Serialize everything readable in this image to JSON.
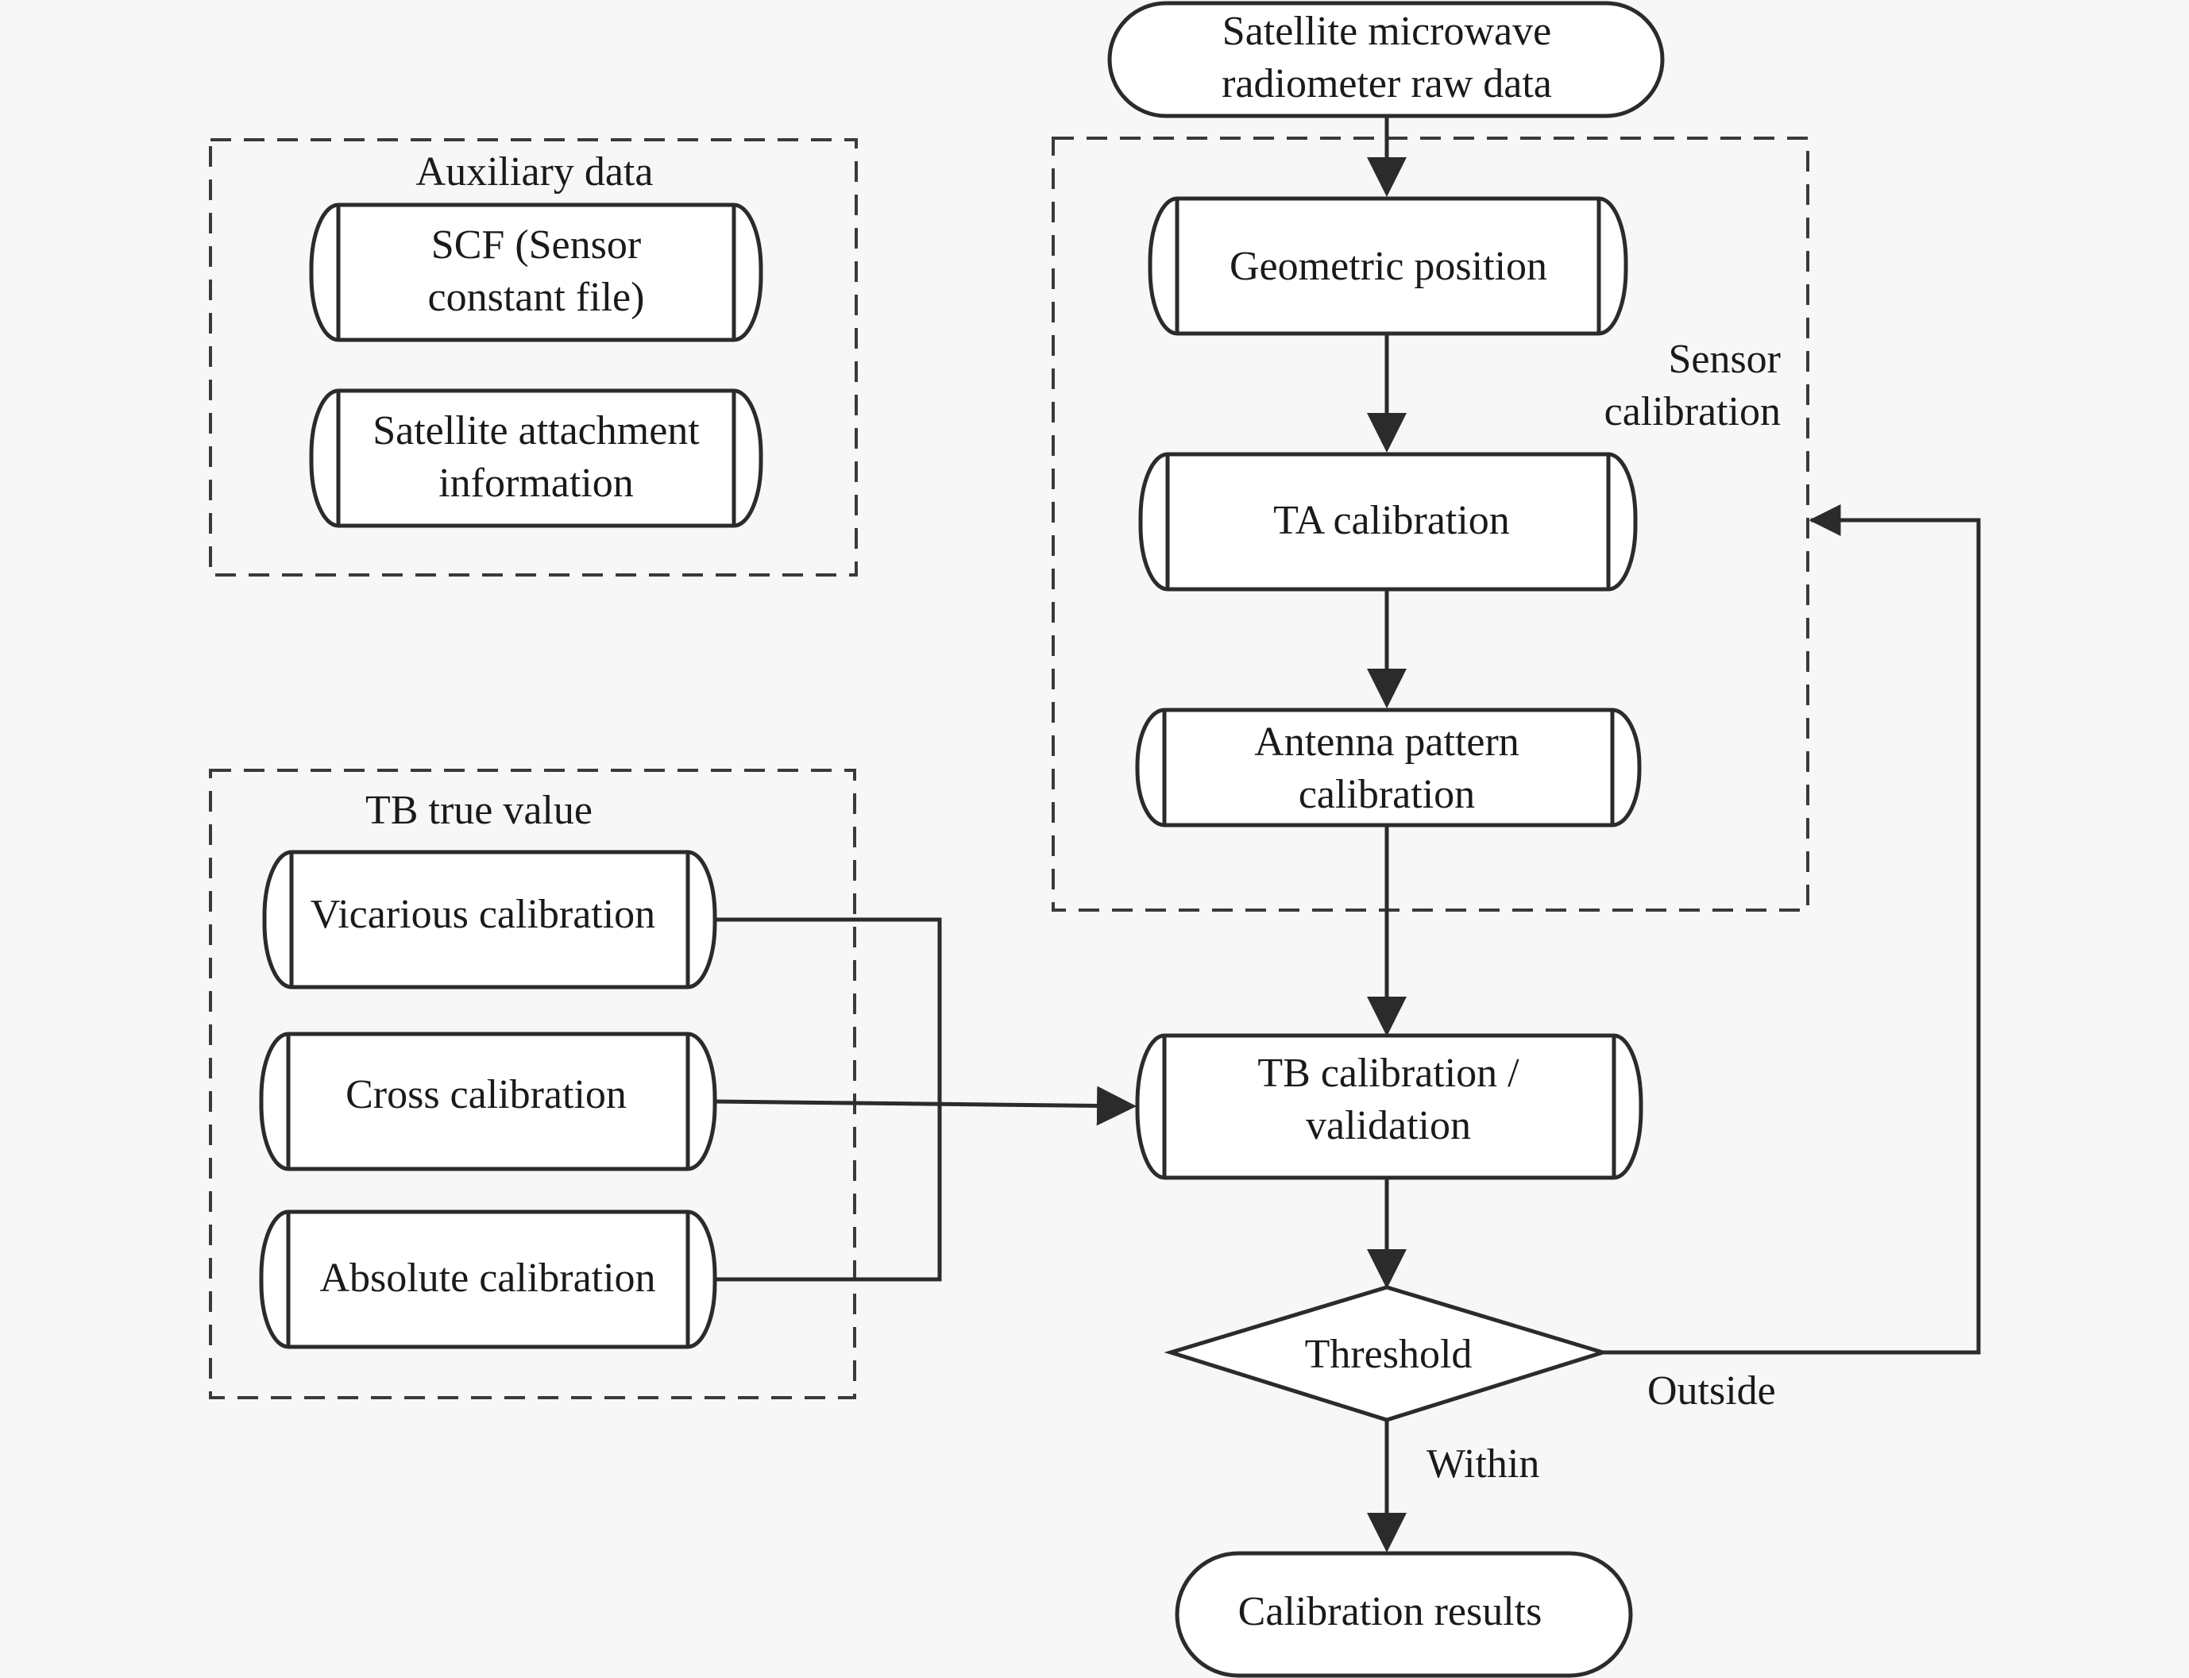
{
  "groups": {
    "auxiliary": {
      "title": "Auxiliary data"
    },
    "tb_true": {
      "title": "TB true value"
    },
    "sensor": {
      "title_line1": "Sensor",
      "title_line2": "calibration"
    }
  },
  "nodes": {
    "raw_data": {
      "line1": "Satellite microwave",
      "line2": "radiometer raw data"
    },
    "scf": {
      "line1": "SCF (Sensor",
      "line2": "constant file)"
    },
    "attachment": {
      "line1": "Satellite attachment",
      "line2": "information"
    },
    "geometric": {
      "line1": "Geometric position"
    },
    "ta_cal": {
      "line1": "TA calibration"
    },
    "antenna": {
      "line1": "Antenna pattern",
      "line2": "calibration"
    },
    "vicarious": {
      "line1": "Vicarious calibration"
    },
    "cross": {
      "line1": "Cross calibration"
    },
    "absolute": {
      "line1": "Absolute calibration"
    },
    "tb_cal": {
      "line1": "TB calibration /",
      "line2": "validation"
    },
    "threshold": {
      "line1": "Threshold"
    },
    "results": {
      "line1": "Calibration results"
    }
  },
  "edge_labels": {
    "outside": "Outside",
    "within": "Within"
  }
}
